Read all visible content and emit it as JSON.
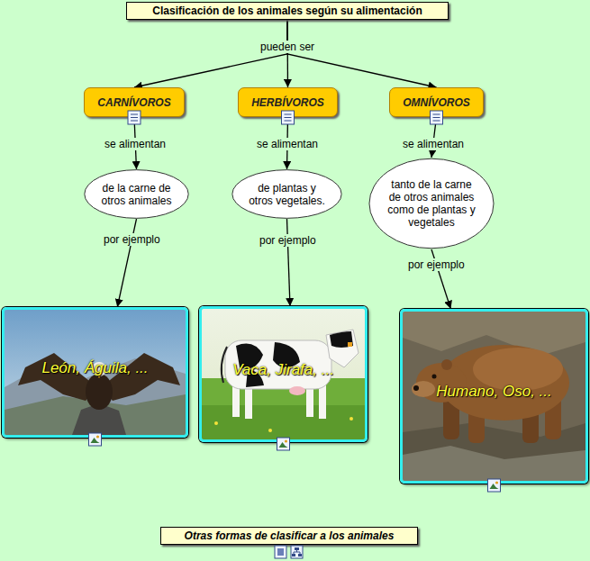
{
  "diagram": {
    "nodes": [
      {
        "text": [
          "Clasificación de los animales según su alimentación"
        ]
      },
      {
        "text": [
          "CARNÍVOROS"
        ]
      },
      {
        "text": [
          "HERBÍVOROS"
        ]
      },
      {
        "text": [
          "OMNÍVOROS"
        ]
      },
      {
        "text": [
          "de la carne de otros animales"
        ]
      },
      {
        "text": [
          "de plantas y otros vegetales."
        ]
      },
      {
        "text": [
          "tanto de la carne de otros animales como de plantas y vegetales"
        ]
      },
      {
        "text": [
          "León, Águila, ..."
        ]
      },
      {
        "text": [
          "Vaca, Jirafa, ..."
        ]
      },
      {
        "text": [
          "Humano, Oso, ..."
        ]
      },
      {
        "text": [
          "Otras formas de clasificar a los animales"
        ]
      }
    ],
    "edges": [
      {
        "from": 0,
        "to": 1,
        "arrow": "to"
      },
      {
        "from": 0,
        "to": 2,
        "label": "pueden ser",
        "arrow": "to"
      },
      {
        "from": 0,
        "to": 3,
        "arrow": "to"
      },
      {
        "from": 1,
        "to": 4,
        "label": "se alimentan",
        "arrow": "to"
      },
      {
        "from": 2,
        "to": 5,
        "label": "se alimentan",
        "arrow": "to"
      },
      {
        "from": 3,
        "to": 6,
        "label": "se alimentan",
        "arrow": "to"
      },
      {
        "from": 4,
        "to": 7,
        "label": "por ejemplo",
        "arrow": "to"
      },
      {
        "from": 5,
        "to": 8,
        "label": "por ejemplo",
        "arrow": "to"
      },
      {
        "from": 6,
        "to": 9,
        "label": "por ejemplo",
        "arrow": "to"
      }
    ]
  }
}
